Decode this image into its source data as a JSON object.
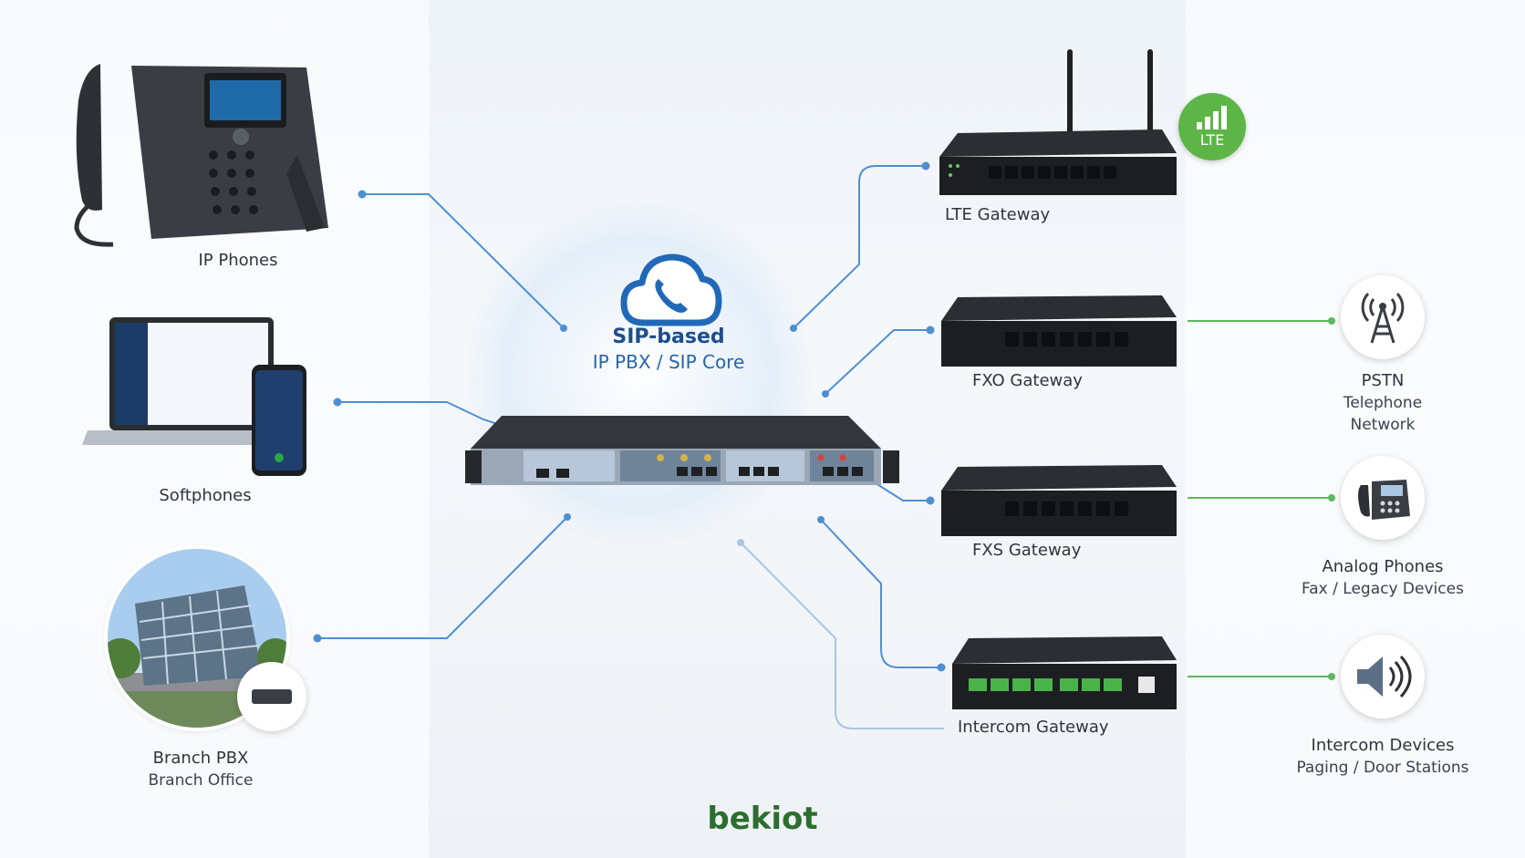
{
  "colors": {
    "link_blue": "#4f8fd1",
    "link_green": "#5cb85c",
    "title_blue": "#1f4f8a",
    "lte_badge": "#5db548"
  },
  "core": {
    "title": "SIP-based",
    "subtitle": "IP PBX / SIP Core",
    "icon": "cloud-phone-icon"
  },
  "endpoints_left": [
    {
      "label": "IP Phones",
      "icon": "desk-phone-icon"
    },
    {
      "label": "Softphones",
      "icon": "laptop-smartphone-icon"
    },
    {
      "label": "Branch PBX",
      "sublabel": "Branch Office",
      "icon": "office-building-icon"
    }
  ],
  "gateways": [
    {
      "label": "LTE Gateway",
      "badge": "LTE"
    },
    {
      "label": "FXO Gateway"
    },
    {
      "label": "FXS Gateway"
    },
    {
      "label": "Intercom Gateway"
    }
  ],
  "endpoints_right": [
    {
      "label": "PSTN",
      "sublabel": "Telephone Network",
      "icon": "cell-tower-icon"
    },
    {
      "label": "Analog Phones",
      "sublabel": "Fax / Legacy Devices",
      "icon": "analog-phone-icon"
    },
    {
      "label": "Intercom Devices",
      "sublabel": "Paging / Door Stations",
      "icon": "speaker-icon"
    }
  ],
  "brand": {
    "logo_text": "bekiot"
  }
}
